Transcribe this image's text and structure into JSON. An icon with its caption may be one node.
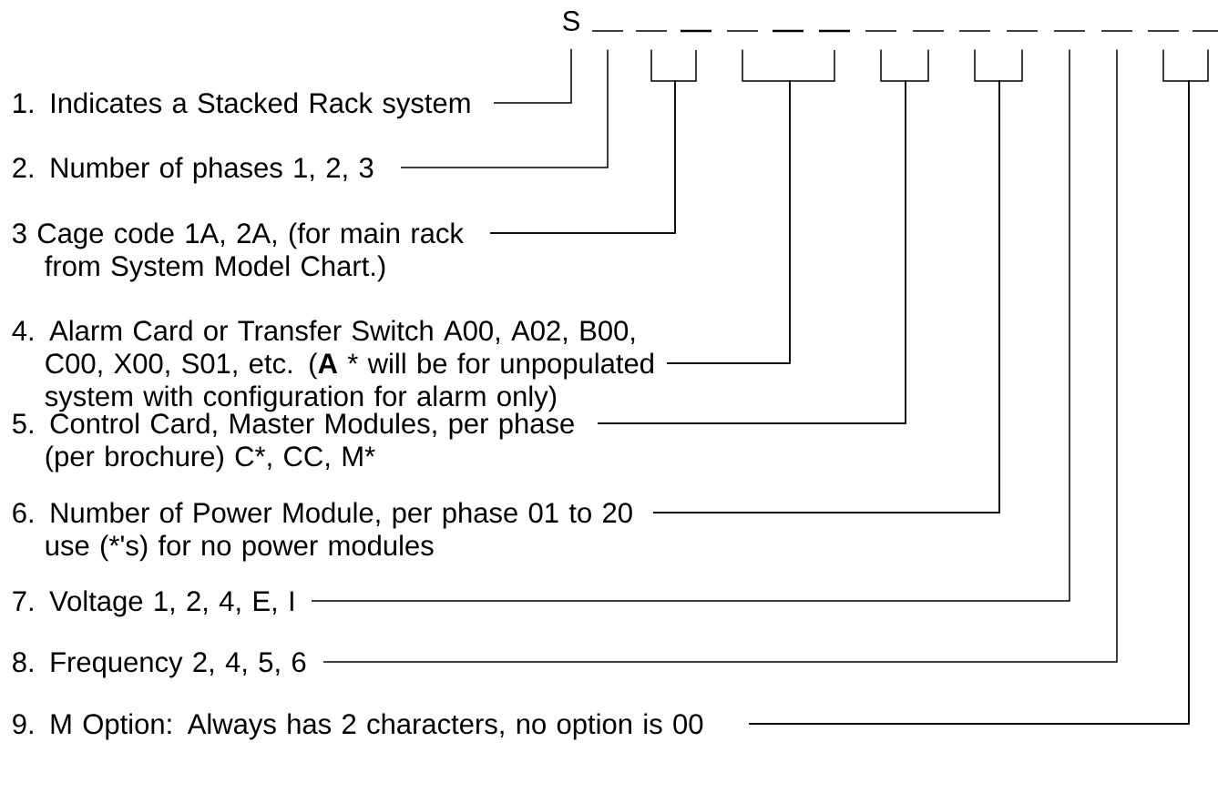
{
  "diagram": {
    "nodes": [
      {
        "text": [
          "1.  Indicates a Stacked Rack system"
        ]
      },
      {
        "text": [
          "2.  Number of phases 1, 2, 3"
        ]
      },
      {
        "text": [
          "3  Cage code 1A, 2A, (for main rack from System Model Chart.)"
        ]
      },
      {
        "text": [
          "4.  Alarm Card or Transfer Switch A00, A02, B00, C00, X00, S01, etc. (**A** * will be for unpopulated system with configuration for alarm only)"
        ]
      },
      {
        "text": [
          "5.  Control Card, Master Modules, per phase (per brochure) C*, CC, M*"
        ]
      },
      {
        "text": [
          "6.  Number of Power Module, per phase 01 to 20 use (*'s) for no power modules"
        ]
      },
      {
        "text": [
          "7.  Voltage 1, 2, 4, E, I"
        ]
      },
      {
        "text": [
          "8.  Frequency 2, 4, 5, 6"
        ]
      },
      {
        "text": [
          "9.  M Option: Always has 2 characters, no option is 00"
        ]
      },
      {
        "text": [
          "S"
        ]
      },
      {
        "text": [],
        "shape": "bar"
      },
      {
        "text": [],
        "shape": "bar"
      },
      {
        "text": [],
        "shape": "bar"
      },
      {
        "text": [],
        "shape": "bar"
      },
      {
        "text": [],
        "shape": "bar"
      },
      {
        "text": [],
        "shape": "bar"
      },
      {
        "text": [],
        "shape": "bar"
      },
      {
        "text": [],
        "shape": "bar"
      },
      {
        "text": [],
        "shape": "bar"
      },
      {
        "text": [],
        "shape": "bar"
      },
      {
        "text": [],
        "shape": "bar"
      },
      {
        "text": [],
        "shape": "bar"
      },
      {
        "text": [],
        "shape": "bar"
      },
      {
        "text": [],
        "shape": "bar"
      }
    ],
    "edges": [
      {
        "from": 0,
        "to": 9,
        "arrow": "none"
      },
      {
        "from": 1,
        "to": 10,
        "arrow": "none"
      },
      {
        "from": 2,
        "to": 11,
        "arrow": "none"
      },
      {
        "from": 2,
        "to": 12,
        "arrow": "none"
      },
      {
        "from": 3,
        "to": 13,
        "arrow": "none"
      },
      {
        "from": 3,
        "to": 15,
        "arrow": "none"
      },
      {
        "from": 4,
        "to": 16,
        "arrow": "none"
      },
      {
        "from": 4,
        "to": 17,
        "arrow": "none"
      },
      {
        "from": 5,
        "to": 18,
        "arrow": "none"
      },
      {
        "from": 5,
        "to": 19,
        "arrow": "none"
      },
      {
        "from": 6,
        "to": 20,
        "arrow": "none"
      },
      {
        "from": 7,
        "to": 21,
        "arrow": "none"
      },
      {
        "from": 8,
        "to": 22,
        "arrow": "none"
      },
      {
        "from": 8,
        "to": 23,
        "arrow": "none"
      }
    ]
  }
}
